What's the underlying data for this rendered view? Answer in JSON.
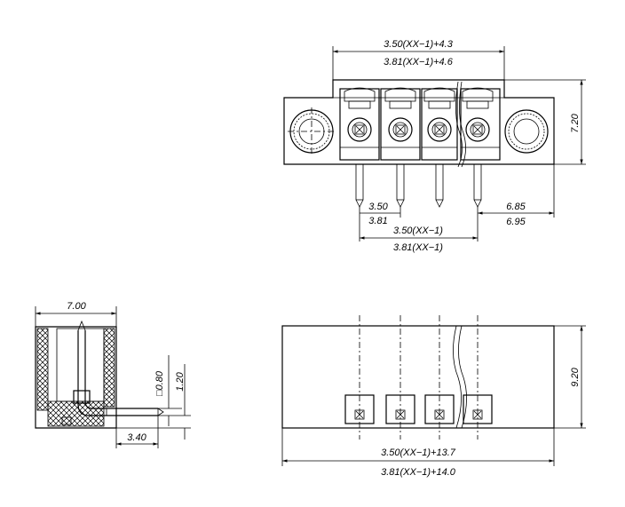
{
  "front_view": {
    "top_dim_1": "3.50(XX−1)+4.3",
    "top_dim_2": "3.81(XX−1)+4.6",
    "height": "7.20",
    "pitch_1": "3.50",
    "pitch_2": "3.81",
    "span_1": "3.50(XX−1)",
    "span_2": "3.81(XX−1)",
    "edge_1": "6.85",
    "edge_2": "6.95"
  },
  "side_view": {
    "width": "7.00",
    "pin_dia": "□0.80",
    "pin_offset": "1.20",
    "pin_length": "3.40"
  },
  "bottom_view": {
    "height": "9.20",
    "length_1": "3.50(XX−1)+13.7",
    "length_2": "3.81(XX−1)+14.0"
  }
}
